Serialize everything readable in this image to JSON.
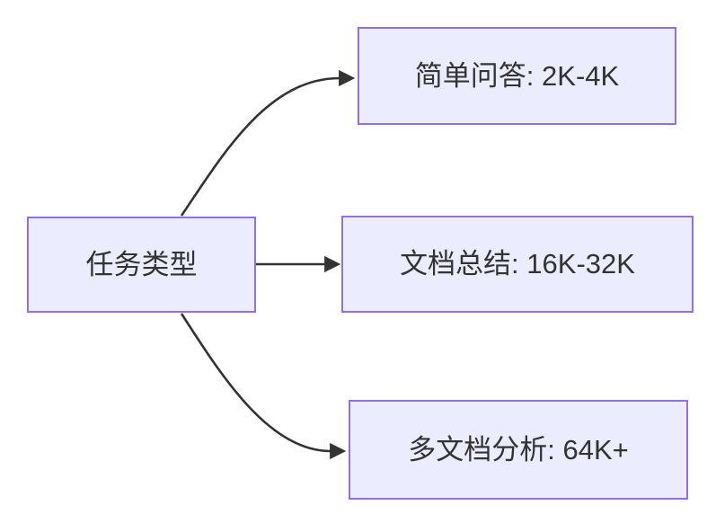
{
  "diagram": {
    "type": "flowchart",
    "direction": "left-to-right",
    "colors": {
      "node_fill": "#ECECFF",
      "node_border": "#9370DB",
      "edge": "#333333",
      "text": "#333333",
      "background": "#FFFFFF"
    },
    "nodes": {
      "root": {
        "label": "任务类型"
      },
      "simple_qa": {
        "label": "简单问答: 2K-4K"
      },
      "doc_summary": {
        "label": "文档总结: 16K-32K"
      },
      "multi_doc": {
        "label": "多文档分析: 64K+"
      }
    },
    "edges": [
      {
        "from": "任务类型",
        "to": "简单问答: 2K-4K"
      },
      {
        "from": "任务类型",
        "to": "文档总结: 16K-32K"
      },
      {
        "from": "任务类型",
        "to": "多文档分析: 64K+"
      }
    ]
  }
}
